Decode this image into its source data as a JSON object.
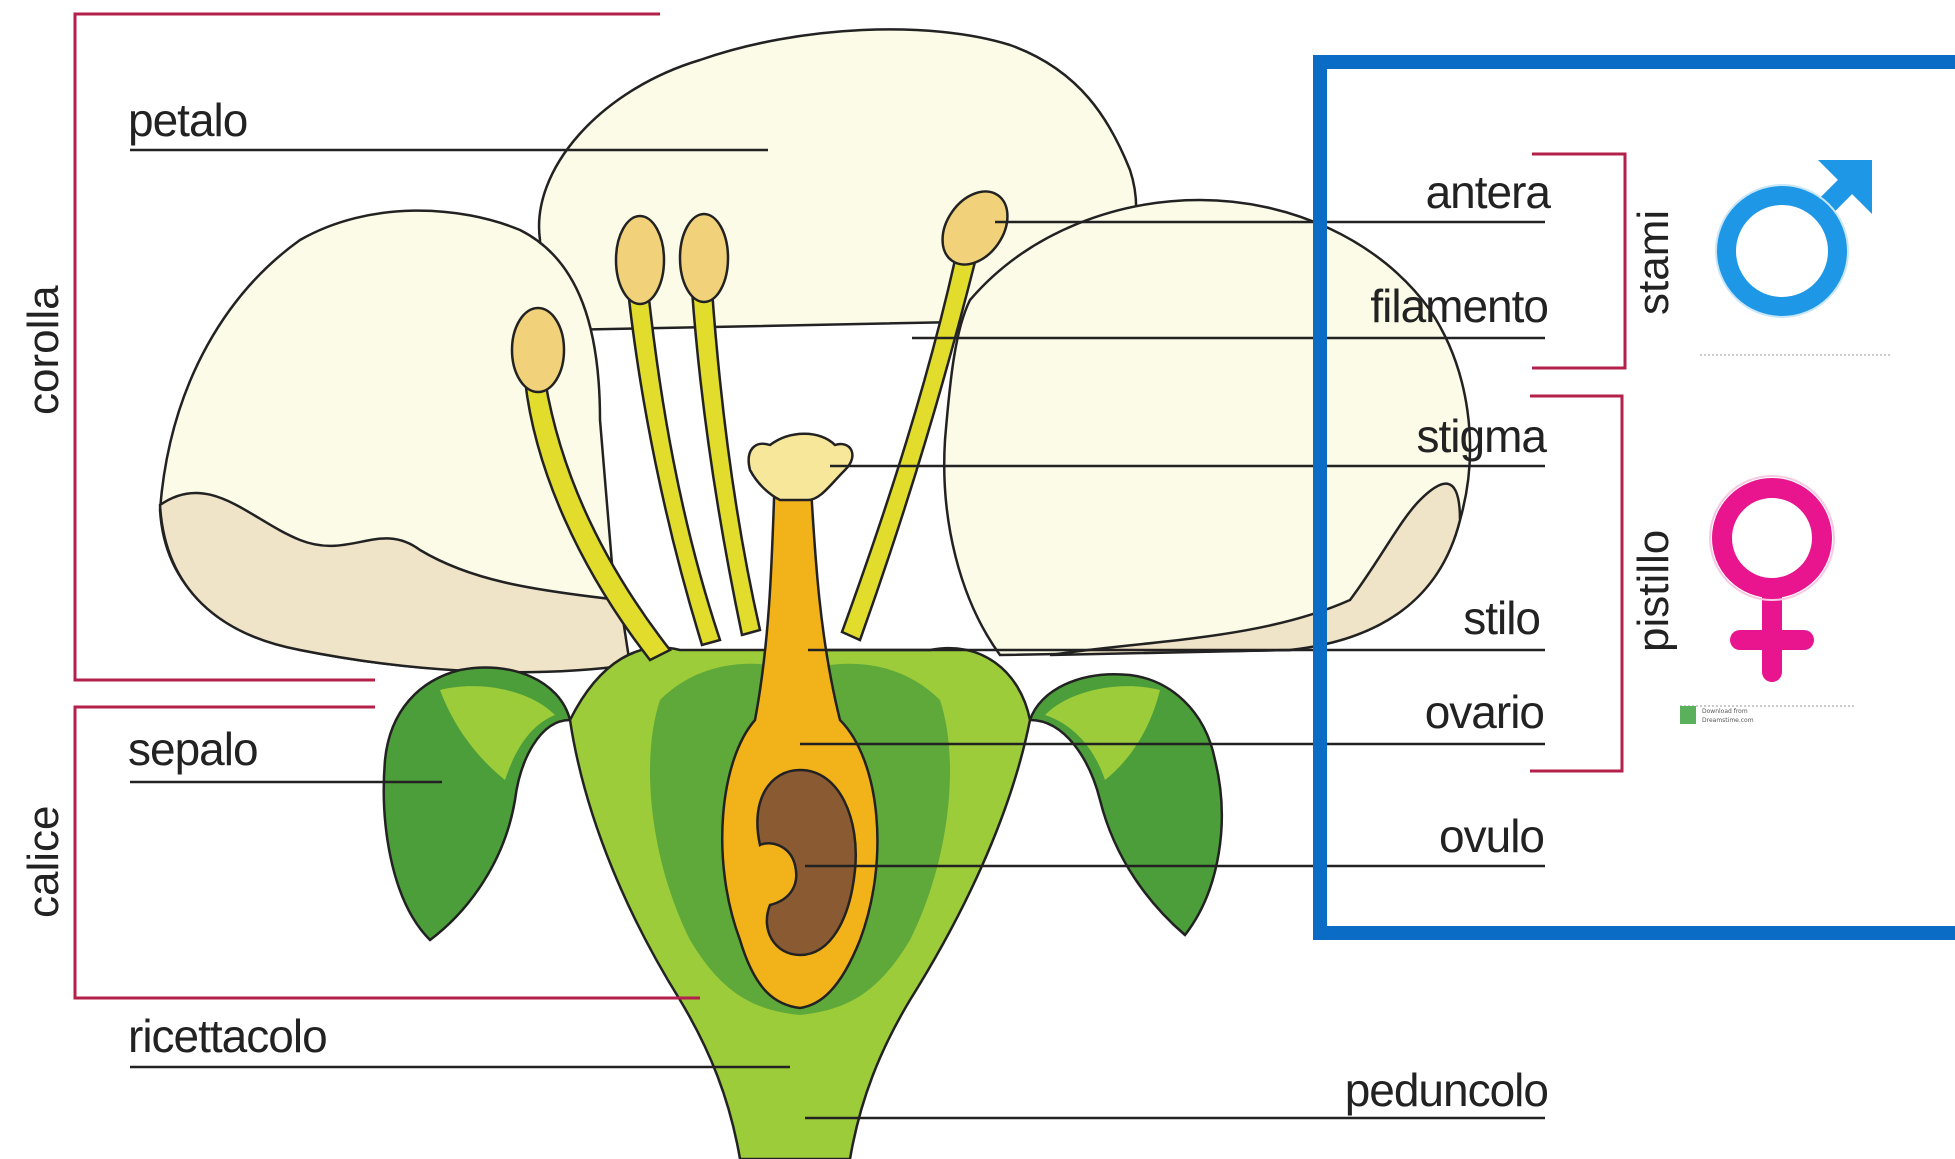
{
  "diagram": {
    "colors": {
      "bracket": "#b3204a",
      "leader": "#222222",
      "petal": "#fbfbe8",
      "petal_base": "#efe3c8",
      "sepal": "#4c9e3a",
      "sepal_light": "#9ccc3a",
      "stamen": "#e2dc2c",
      "anther": "#f1d27a",
      "pistil": "#f2b21a",
      "ovule": "#8a5a32",
      "highlight_box": "#0a6cc4",
      "male_symbol": "#1e98e6",
      "female_symbol": "#e8158e"
    },
    "left_labels": {
      "petalo": "petalo",
      "sepalo": "sepalo",
      "ricettacolo": "ricettacolo"
    },
    "side_labels": {
      "corolla": "corolla",
      "calice": "calice"
    },
    "right_labels": {
      "antera": "antera",
      "filamento": "filamento",
      "stigma": "stigma",
      "stilo": "stilo",
      "ovario": "ovario",
      "ovulo": "ovulo",
      "peduncolo": "peduncolo"
    },
    "groups": {
      "stami": "stami",
      "pistillo": "pistillo"
    },
    "symbols": {
      "male": "male-symbol-icon",
      "female": "female-symbol-icon"
    },
    "watermark": {
      "line1": "Download from",
      "line2": "Dreamstime.com"
    }
  }
}
